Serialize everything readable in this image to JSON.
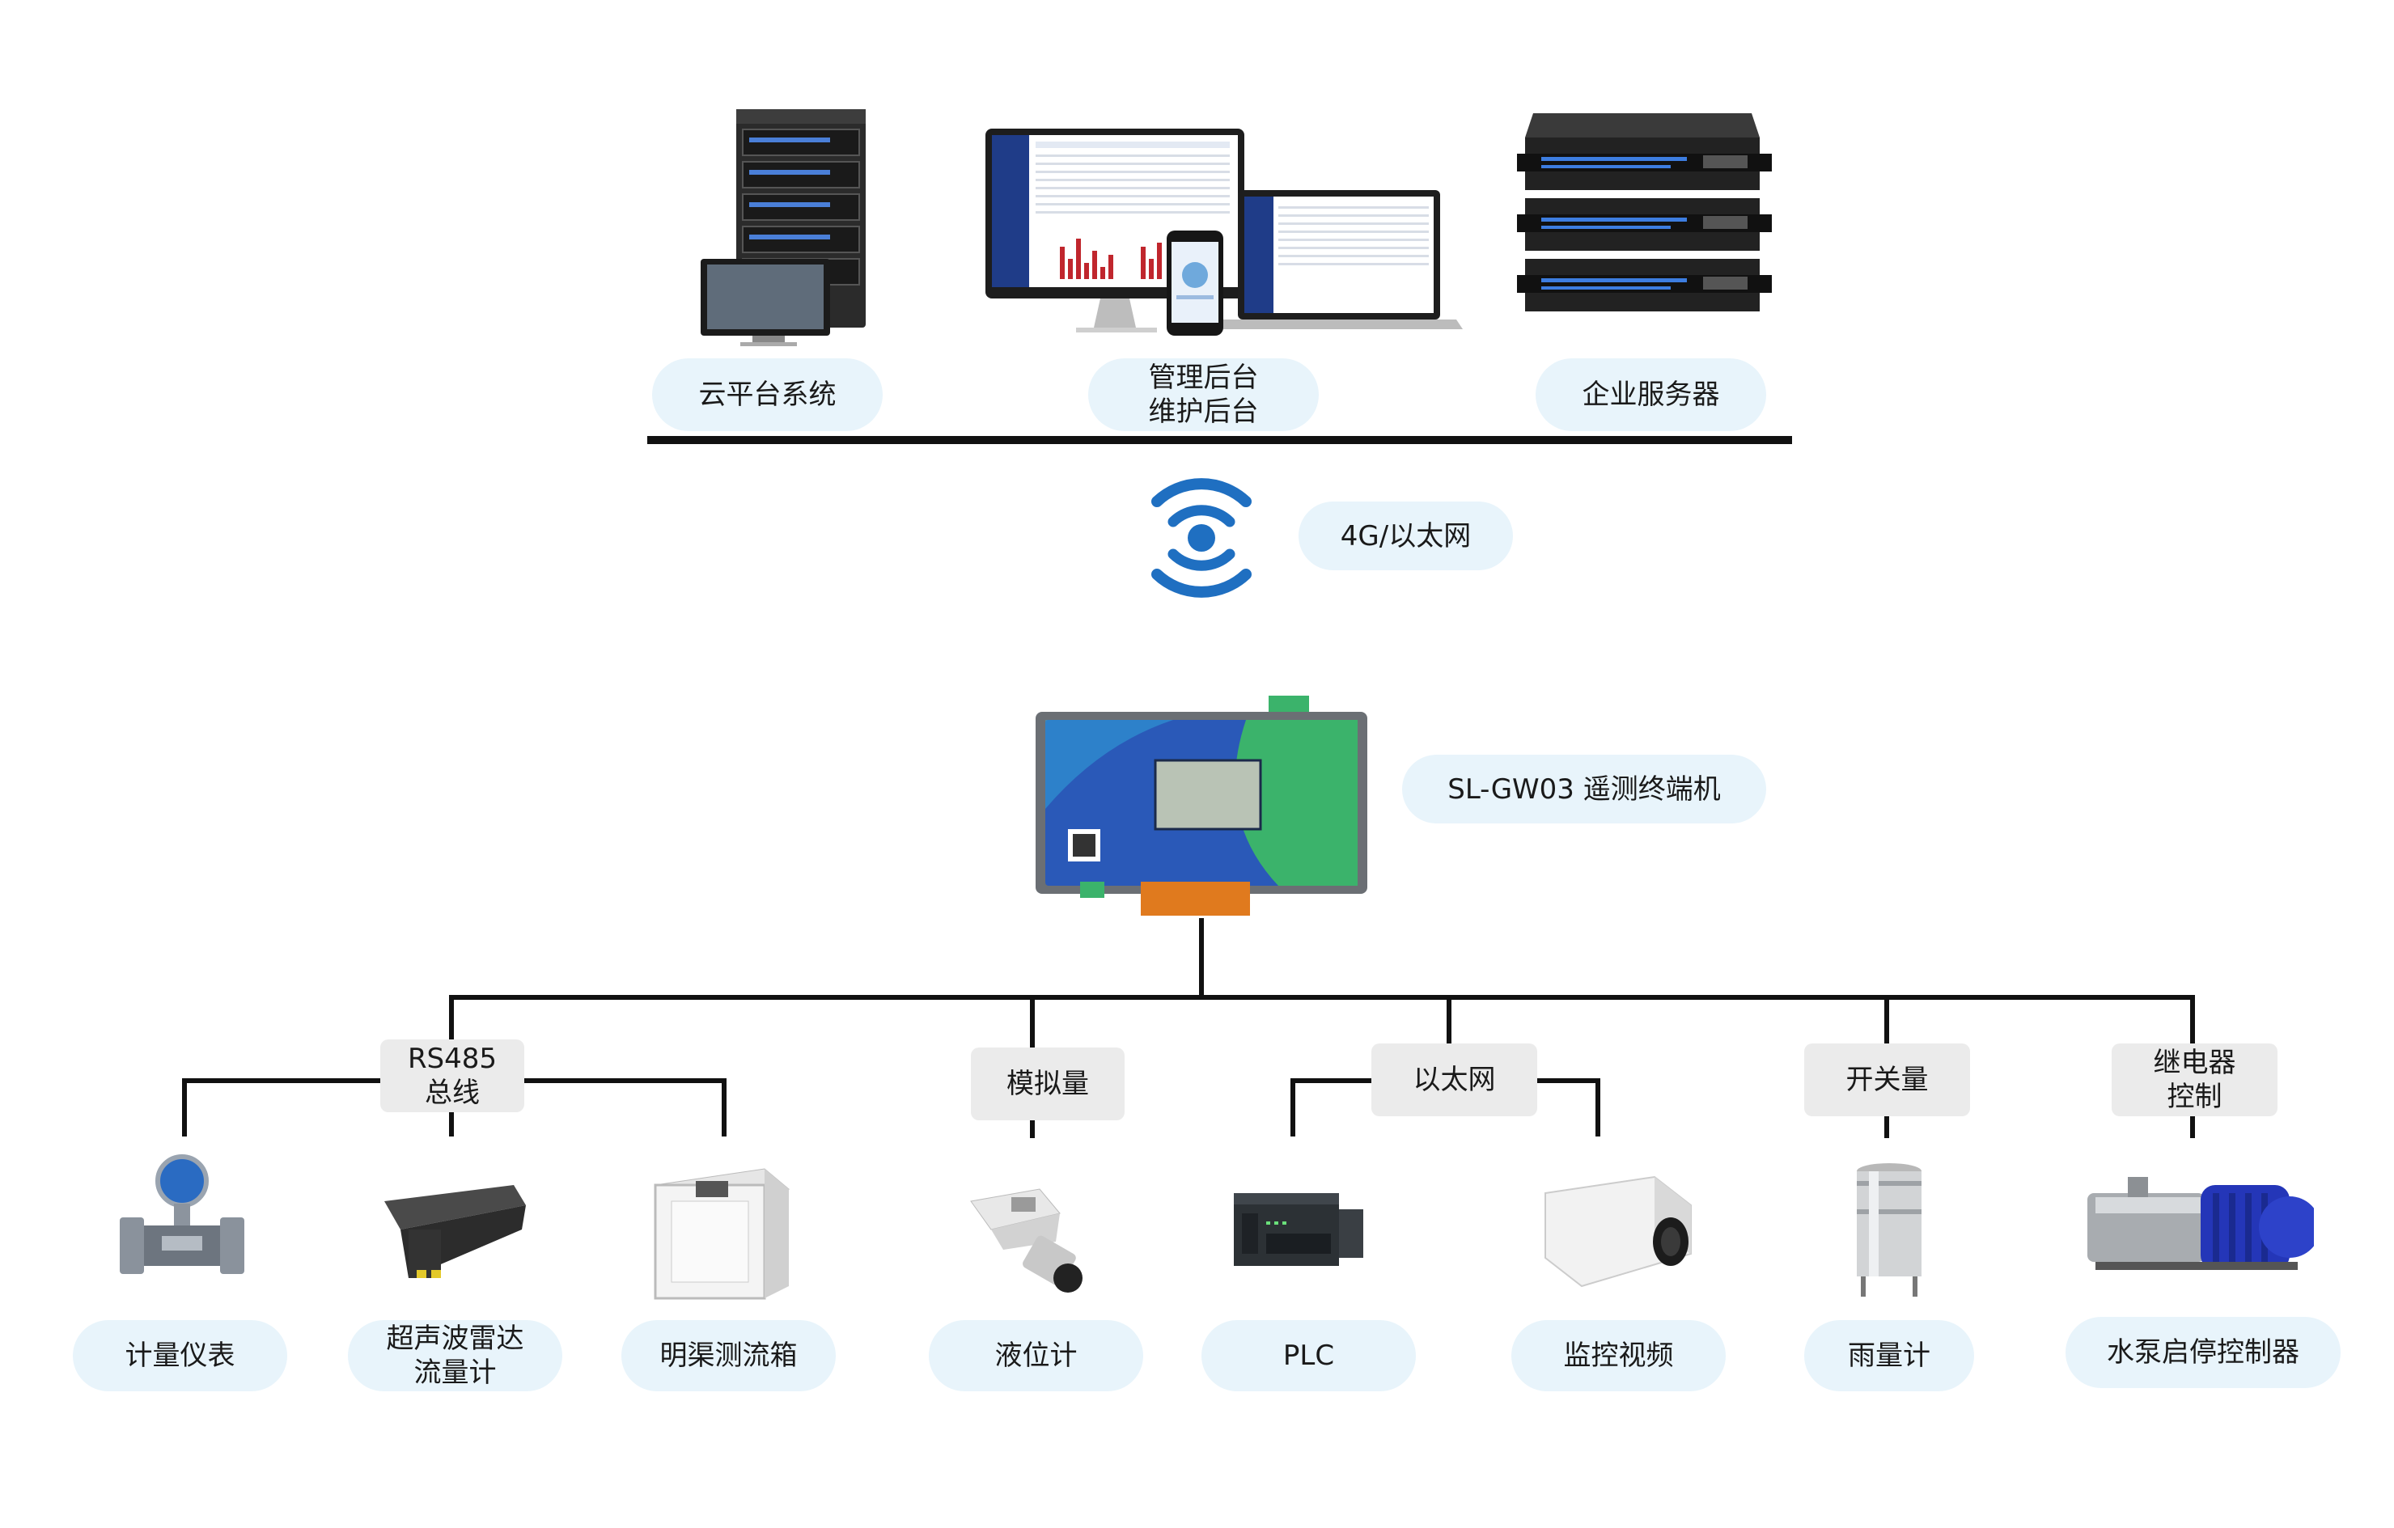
{
  "top": {
    "cloud_label": "云平台系统",
    "mgmt_label_1": "管理后台",
    "mgmt_label_2": "维护后台",
    "server_label": "企业服务器"
  },
  "network": {
    "label": "4G/以太网"
  },
  "gateway": {
    "label": "SL-GW03 遥测终端机",
    "panel_title": "遥测终端机"
  },
  "branches": {
    "rs485_1": "RS485",
    "rs485_2": "总线",
    "analog": "模拟量",
    "ethernet": "以太网",
    "switch": "开关量",
    "relay_1": "继电器",
    "relay_2": "控制"
  },
  "devices": {
    "meter": "计量仪表",
    "ultrasonic_1": "超声波雷达",
    "ultrasonic_2": "流量计",
    "channel_box": "明渠测流箱",
    "level_gauge": "液位计",
    "plc": "PLC",
    "camera": "监控视频",
    "rain_gauge": "雨量计",
    "pump": "水泵启停控制器"
  },
  "colors": {
    "pill_bg": "#e8f4fb",
    "box_bg": "#ebebeb",
    "wifi_blue": "#1f6fc1",
    "gateway_blue": "#1e4ea8",
    "gateway_green": "#3bb36b"
  }
}
